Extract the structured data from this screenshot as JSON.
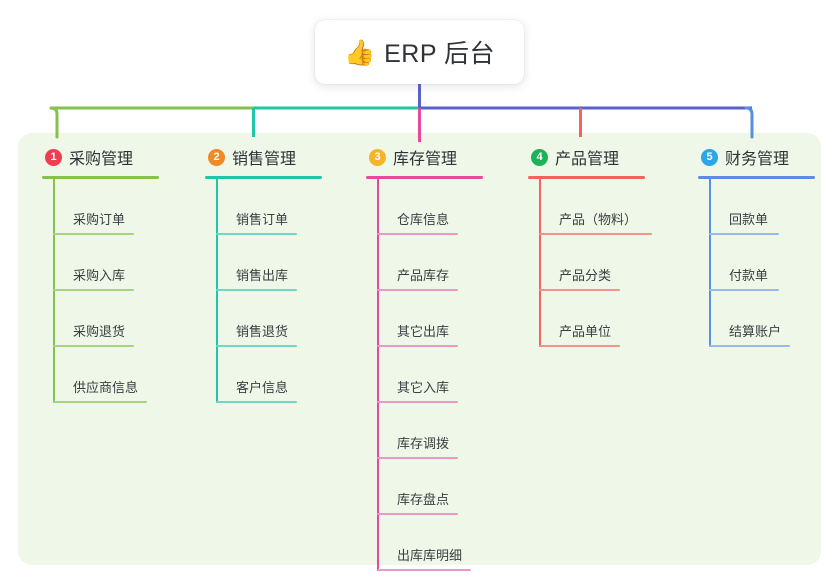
{
  "root": {
    "icon": "thumbs-up-icon",
    "icon_glyph": "👍",
    "title": "ERP 后台"
  },
  "card": {
    "background": "#eef7e8"
  },
  "connector_colors": {
    "root_stem": "#5a62c8",
    "segment_1": "#86c24b",
    "segment_2": "#1fc6a8",
    "segment_3": "#5a62c8",
    "drop_1": "#86c24b",
    "drop_2": "#1fc6a8",
    "drop_3": "#e8499a",
    "drop_4": "#f4635e",
    "drop_5": "#5a8ede"
  },
  "columns": [
    {
      "index": "1",
      "badge_label": "1",
      "badge_color": "#ef3e52",
      "title": "采购管理",
      "line_color": "#86c24b",
      "leaf_line_color": "#a9d182",
      "head_rule_width": 117,
      "items": [
        {
          "label": "采购订单",
          "rule_width": 81
        },
        {
          "label": "采购入库",
          "rule_width": 81
        },
        {
          "label": "采购退货",
          "rule_width": 81
        },
        {
          "label": "供应商信息",
          "rule_width": 94
        }
      ]
    },
    {
      "index": "2",
      "badge_label": "2",
      "badge_color": "#f08a26",
      "title": "销售管理",
      "line_color": "#1fc6a8",
      "leaf_line_color": "#6fd8c5",
      "head_rule_width": 117,
      "items": [
        {
          "label": "销售订单",
          "rule_width": 81
        },
        {
          "label": "销售出库",
          "rule_width": 81
        },
        {
          "label": "销售退货",
          "rule_width": 81
        },
        {
          "label": "客户信息",
          "rule_width": 81
        }
      ]
    },
    {
      "index": "3",
      "badge_label": "3",
      "badge_color": "#f6b42b",
      "title": "库存管理",
      "line_color": "#e8499a",
      "leaf_line_color": "#e89ac2",
      "head_rule_width": 117,
      "items": [
        {
          "label": "仓库信息",
          "rule_width": 81
        },
        {
          "label": "产品库存",
          "rule_width": 81
        },
        {
          "label": "其它出库",
          "rule_width": 81
        },
        {
          "label": "其它入库",
          "rule_width": 81
        },
        {
          "label": "库存调拨",
          "rule_width": 81
        },
        {
          "label": "库存盘点",
          "rule_width": 81
        },
        {
          "label": "出库库明细",
          "rule_width": 94
        }
      ]
    },
    {
      "index": "4",
      "badge_label": "4",
      "badge_color": "#20b05a",
      "title": "产品管理",
      "line_color": "#f4635e",
      "leaf_line_color": "#f6918d",
      "head_rule_width": 117,
      "items": [
        {
          "label": "产品（物料）",
          "rule_width": 113
        },
        {
          "label": "产品分类",
          "rule_width": 81
        },
        {
          "label": "产品单位",
          "rule_width": 81
        }
      ]
    },
    {
      "index": "5",
      "badge_label": "5",
      "badge_color": "#2aa7e8",
      "title": "财务管理",
      "line_color": "#5a8ede",
      "leaf_line_color": "#9ab9e8",
      "head_rule_width": 117,
      "items": [
        {
          "label": "回款单",
          "rule_width": 70
        },
        {
          "label": "付款单",
          "rule_width": 70
        },
        {
          "label": "结算账户",
          "rule_width": 81
        }
      ]
    }
  ]
}
